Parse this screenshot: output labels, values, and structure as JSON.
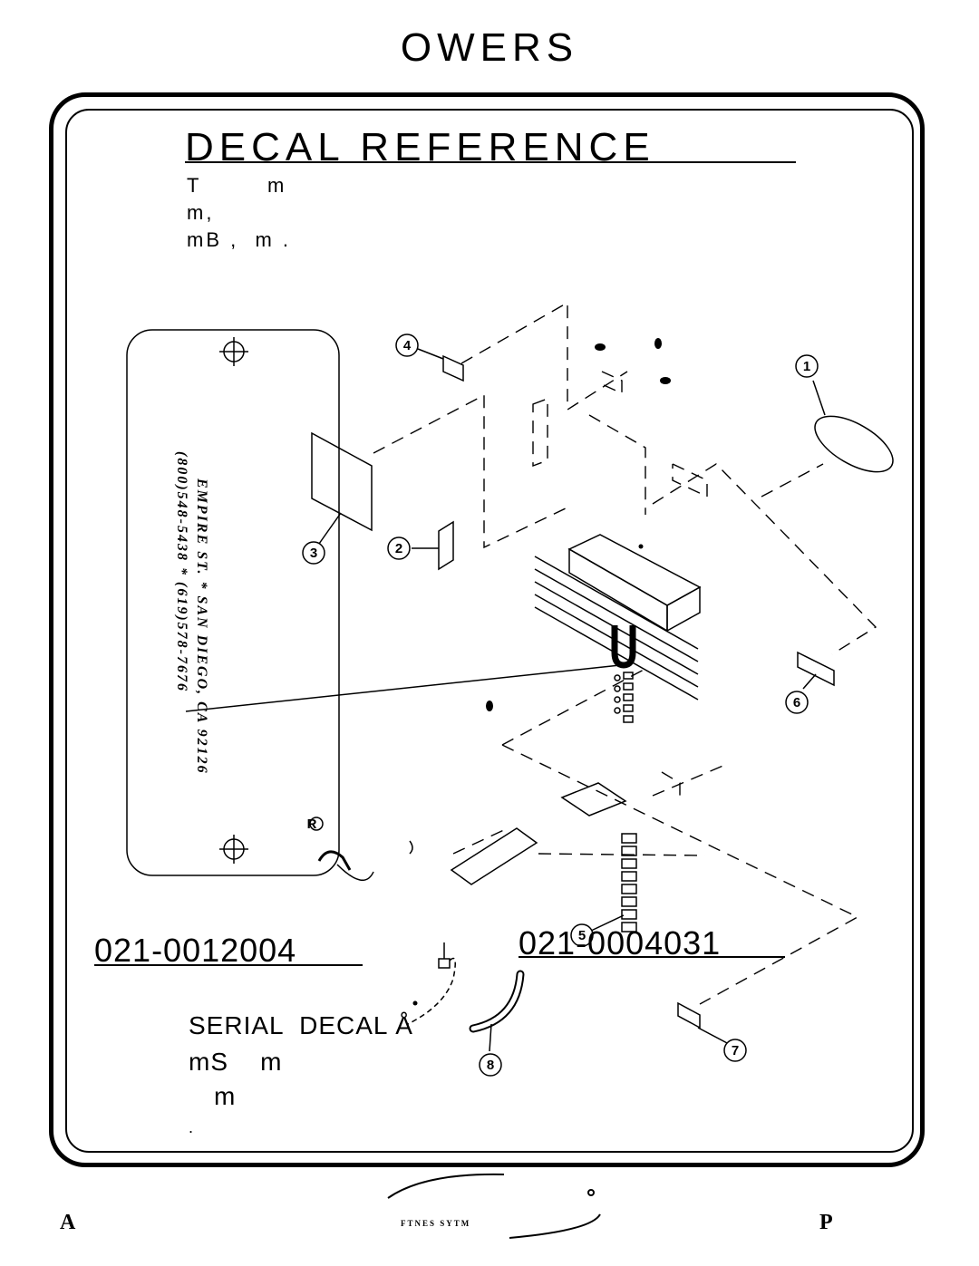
{
  "header": {
    "title": "OWERS"
  },
  "section": {
    "title": "DECAL REFERENCE",
    "intro_lines": [
      "T        m",
      "m,",
      "mB ,  m ."
    ]
  },
  "plate": {
    "line1": "EMPIRE ST. * SAN DIEGO, CA 92126",
    "line2": "(800)548-5438 * (619)578-7676",
    "registered_mark": "R"
  },
  "part_numbers": {
    "left": "021-0012004",
    "right": "021-0004031"
  },
  "callouts": [
    "1",
    "2",
    "3",
    "4",
    "5",
    "6",
    "7",
    "8"
  ],
  "serial_decal": {
    "label": "SERIAL  DECAL Å",
    "line2": "mS    m",
    "line3": "m",
    "line4": "."
  },
  "footer": {
    "left_letter": "A",
    "right_letter": "P",
    "brand": "FTNES SYTM"
  },
  "colors": {
    "ink": "#000000",
    "paper": "#ffffff"
  }
}
